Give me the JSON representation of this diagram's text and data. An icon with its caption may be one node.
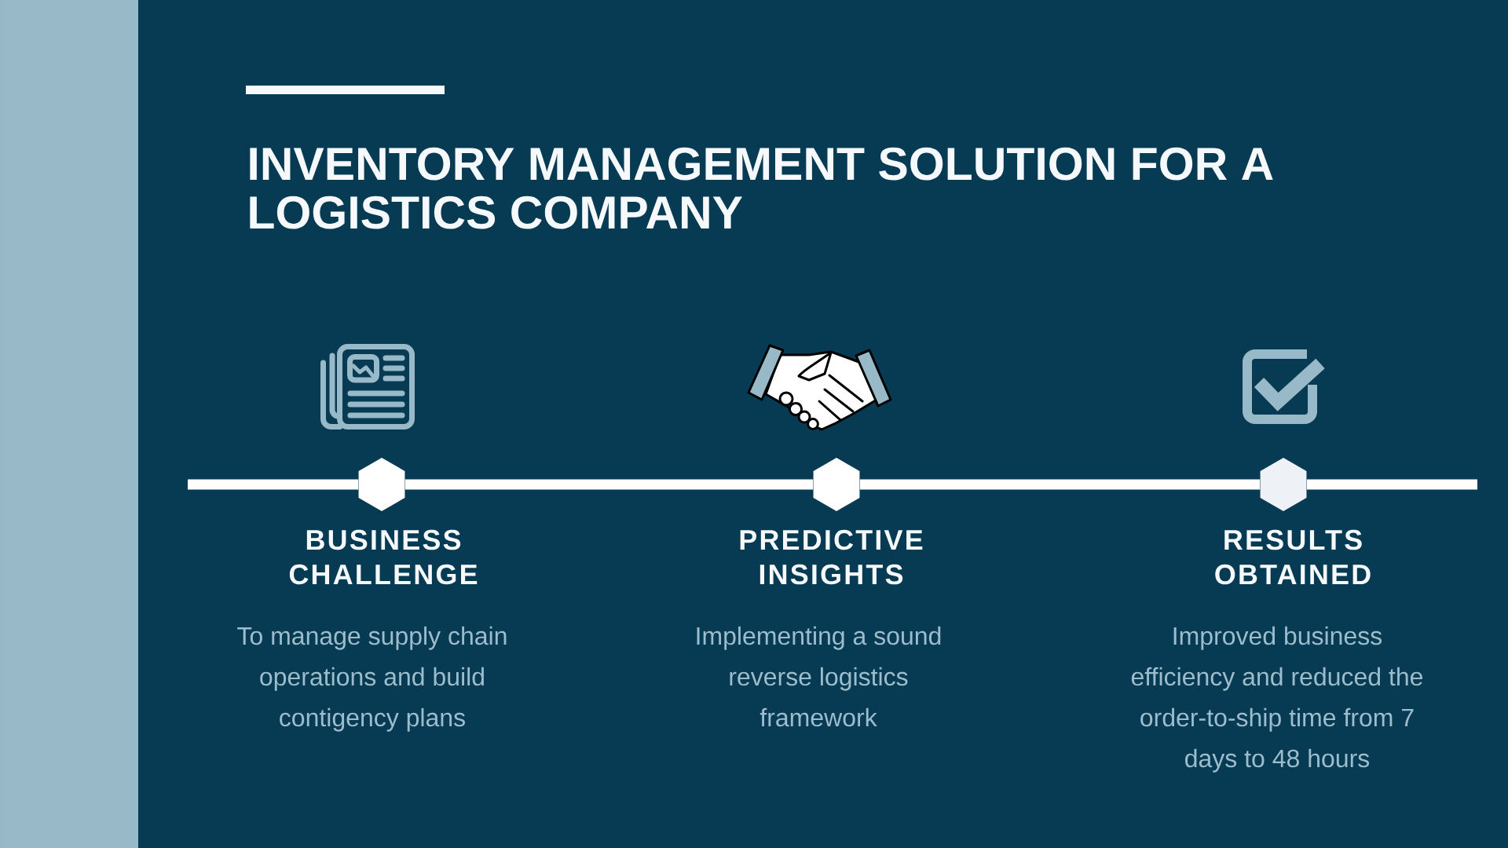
{
  "diagram": {
    "title": "INVENTORY MANAGEMENT SOLUTION FOR A LOGISTICS COMPANY",
    "nodes": [
      {
        "text": [],
        "shape": "hexagon",
        "beside": [
          "BUSINESS CHALLENGE",
          "To manage supply chain operations and build contigency plans"
        ]
      },
      {
        "text": [],
        "shape": "hexagon",
        "beside": [
          "PREDICTIVE INSIGHTS",
          "Implementing a sound reverse logistics framework"
        ]
      },
      {
        "text": [],
        "shape": "hexagon",
        "beside": [
          "RESULTS OBTAINED",
          "Improved business efficiency and reduced the order-to-ship time from 7 days to 48 hours"
        ]
      }
    ],
    "edges": [
      {
        "from": null,
        "to": 0,
        "arrow": "none"
      },
      {
        "from": 0,
        "to": 1,
        "arrow": "none"
      },
      {
        "from": 1,
        "to": 2,
        "arrow": "none"
      },
      {
        "from": 2,
        "to": null,
        "arrow": "none"
      }
    ]
  }
}
